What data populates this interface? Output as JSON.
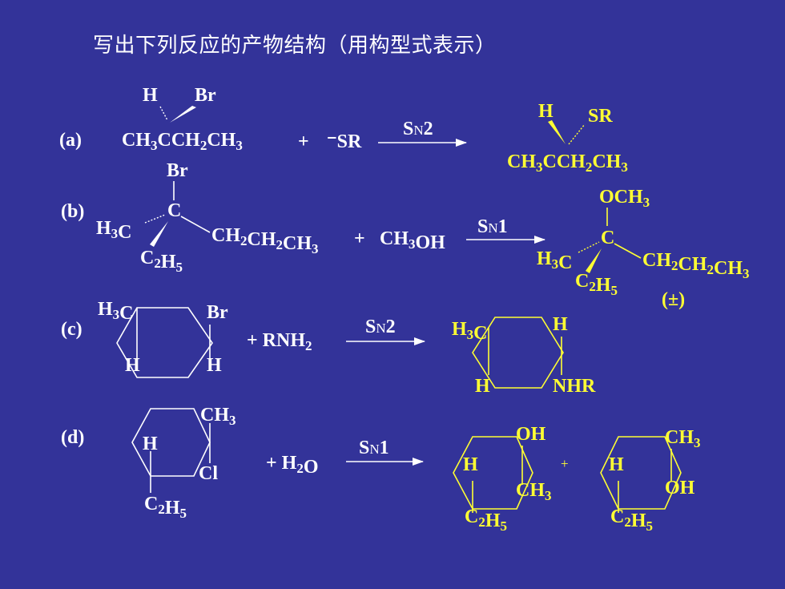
{
  "title": "写出下列反应的产物结构（用构型式表示）",
  "colors": {
    "background": "#333399",
    "reactant": "#ffffff",
    "product": "#ffff33"
  },
  "a": {
    "label": "(a)",
    "h": "H",
    "br": "Br",
    "chain_html": "CH<tspan class=\"sub\" dy=\"5\">3</tspan><tspan dy=\"-5\">CCH</tspan><tspan class=\"sub\" dy=\"5\">2</tspan><tspan dy=\"-5\">CH</tspan><tspan class=\"sub\" dy=\"5\">3</tspan>",
    "plus": "+",
    "nucleophile": "⁻SR",
    "condition": "SN2",
    "p_h": "H",
    "p_sr": "SR"
  },
  "b": {
    "label": "(b)",
    "br": "Br",
    "c": "C",
    "plus": "+",
    "reagent": "CH3OH",
    "condition": "SN1",
    "p_och3": "OCH3",
    "p_c": "C",
    "racemic": "(±)"
  },
  "c": {
    "label": "(c)",
    "h3c": "H3C",
    "br": "Br",
    "h1": "H",
    "h2": "H",
    "plus": "+",
    "reagent": "RNH2",
    "condition": "SN2",
    "p_h3c": "H3C",
    "p_h": "H",
    "p_h2": "H",
    "p_nhr": "NHR"
  },
  "d": {
    "label": "(d)",
    "ch3": "CH3",
    "h": "H",
    "cl": "Cl",
    "c2h5": "C2H5",
    "plus": "+",
    "reagent": "H2O",
    "condition": "SN1",
    "p1_oh": "OH",
    "p1_h": "H",
    "p1_ch3": "CH3",
    "p1_c2h5": "C2H5",
    "p_plus": "+",
    "p2_ch3": "CH3",
    "p2_h": "H",
    "p2_oh": "OH",
    "p2_c2h5": "C2H5"
  }
}
